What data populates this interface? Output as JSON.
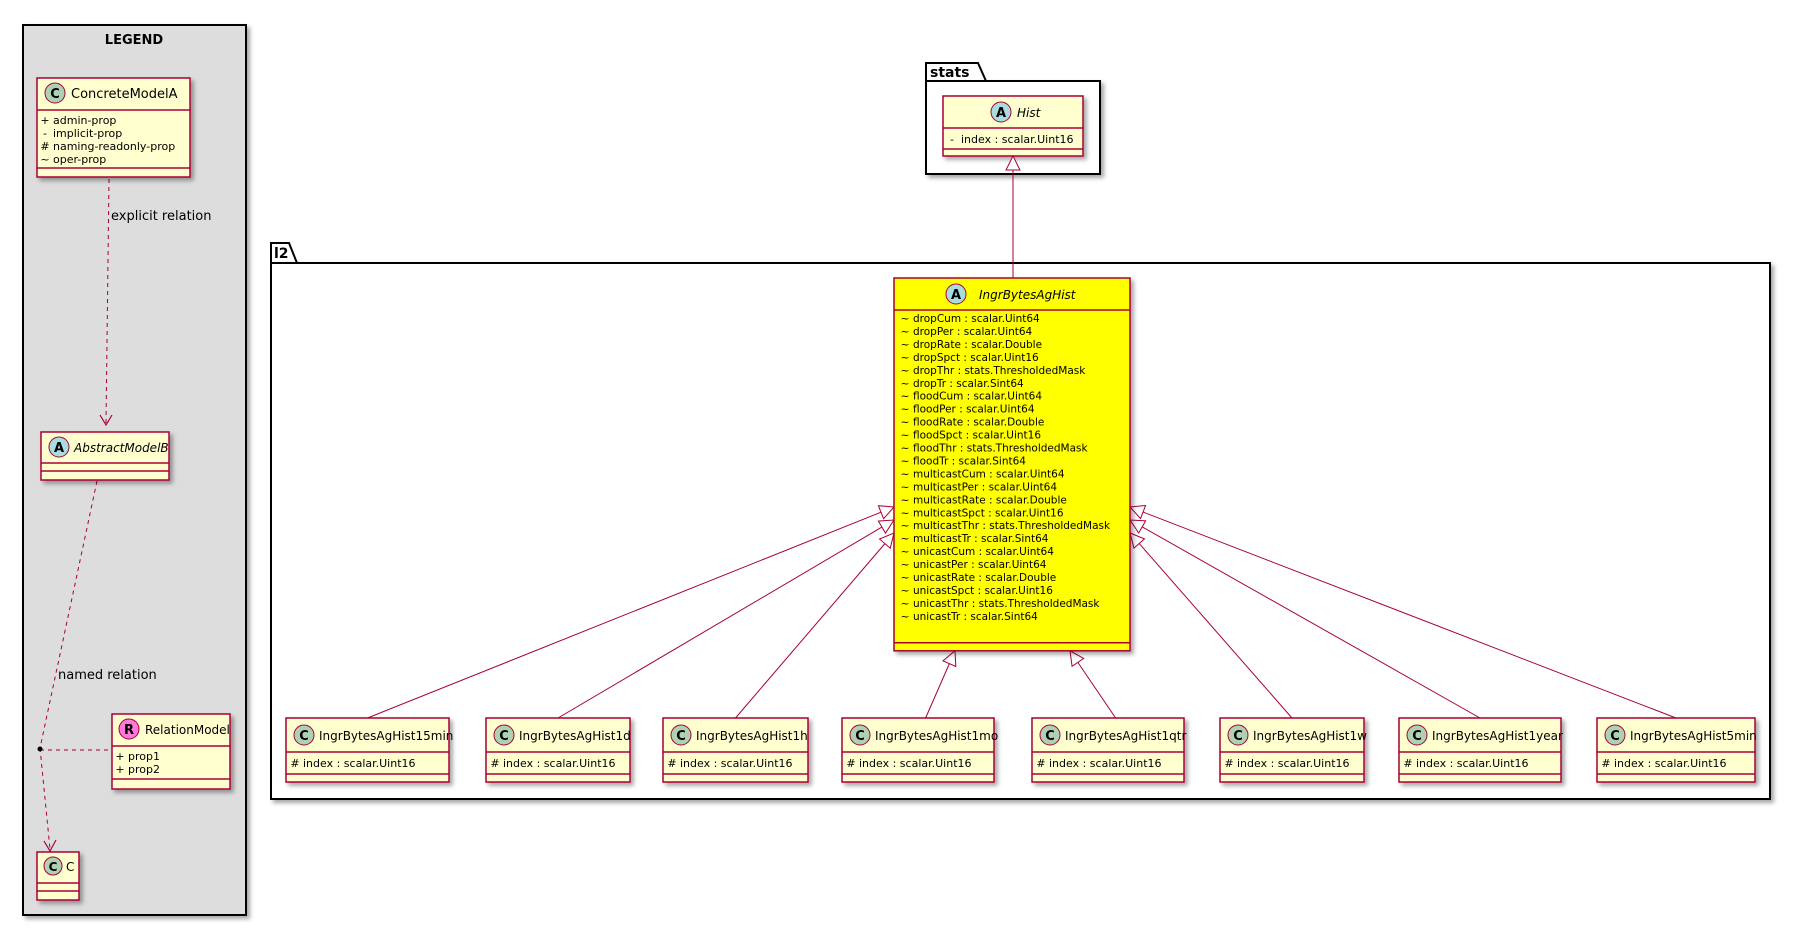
{
  "legend": {
    "title": "LEGEND",
    "concrete_model": {
      "stereo": "C",
      "name": "ConcreteModelA",
      "attributes": [
        {
          "vis": "+",
          "name": "admin-prop"
        },
        {
          "vis": "-",
          "name": "implicit-prop"
        },
        {
          "vis": "#",
          "name": "naming-readonly-prop"
        },
        {
          "vis": "~",
          "name": "oper-prop"
        }
      ]
    },
    "explicit_relation_label": "explicit relation",
    "abstract_model": {
      "stereo": "A",
      "name": "AbstractModelB"
    },
    "named_relation_label": "named relation",
    "relation_model": {
      "stereo": "R",
      "name": "RelationModel",
      "attributes": [
        {
          "vis": "+",
          "name": "prop1"
        },
        {
          "vis": "+",
          "name": "prop2"
        }
      ]
    },
    "target_model": {
      "stereo": "C",
      "name": "C"
    }
  },
  "packages": {
    "stats": {
      "name": "stats",
      "hist": {
        "stereo": "A",
        "name": "Hist",
        "attributes": [
          {
            "vis": "-",
            "name": "index : scalar.Uint16"
          }
        ]
      }
    },
    "l2": {
      "name": "l2",
      "main": {
        "stereo": "A",
        "name": "IngrBytesAgHist",
        "fill": "#ffff00",
        "attributes": [
          {
            "vis": "~",
            "name": "dropCum : scalar.Uint64"
          },
          {
            "vis": "~",
            "name": "dropPer : scalar.Uint64"
          },
          {
            "vis": "~",
            "name": "dropRate : scalar.Double"
          },
          {
            "vis": "~",
            "name": "dropSpct : scalar.Uint16"
          },
          {
            "vis": "~",
            "name": "dropThr : stats.ThresholdedMask"
          },
          {
            "vis": "~",
            "name": "dropTr : scalar.Sint64"
          },
          {
            "vis": "~",
            "name": "floodCum : scalar.Uint64"
          },
          {
            "vis": "~",
            "name": "floodPer : scalar.Uint64"
          },
          {
            "vis": "~",
            "name": "floodRate : scalar.Double"
          },
          {
            "vis": "~",
            "name": "floodSpct : scalar.Uint16"
          },
          {
            "vis": "~",
            "name": "floodThr : stats.ThresholdedMask"
          },
          {
            "vis": "~",
            "name": "floodTr : scalar.Sint64"
          },
          {
            "vis": "~",
            "name": "multicastCum : scalar.Uint64"
          },
          {
            "vis": "~",
            "name": "multicastPer : scalar.Uint64"
          },
          {
            "vis": "~",
            "name": "multicastRate : scalar.Double"
          },
          {
            "vis": "~",
            "name": "multicastSpct : scalar.Uint16"
          },
          {
            "vis": "~",
            "name": "multicastThr : stats.ThresholdedMask"
          },
          {
            "vis": "~",
            "name": "multicastTr : scalar.Sint64"
          },
          {
            "vis": "~",
            "name": "unicastCum : scalar.Uint64"
          },
          {
            "vis": "~",
            "name": "unicastPer : scalar.Uint64"
          },
          {
            "vis": "~",
            "name": "unicastRate : scalar.Double"
          },
          {
            "vis": "~",
            "name": "unicastSpct : scalar.Uint16"
          },
          {
            "vis": "~",
            "name": "unicastThr : stats.ThresholdedMask"
          },
          {
            "vis": "~",
            "name": "unicastTr : scalar.Sint64"
          }
        ]
      },
      "children": [
        {
          "stereo": "C",
          "name": "IngrBytesAgHist15min",
          "attr": "index : scalar.Uint16",
          "vis": "#"
        },
        {
          "stereo": "C",
          "name": "IngrBytesAgHist1d",
          "attr": "index : scalar.Uint16",
          "vis": "#"
        },
        {
          "stereo": "C",
          "name": "IngrBytesAgHist1h",
          "attr": "index : scalar.Uint16",
          "vis": "#"
        },
        {
          "stereo": "C",
          "name": "IngrBytesAgHist1mo",
          "attr": "index : scalar.Uint16",
          "vis": "#"
        },
        {
          "stereo": "C",
          "name": "IngrBytesAgHist1qtr",
          "attr": "index : scalar.Uint16",
          "vis": "#"
        },
        {
          "stereo": "C",
          "name": "IngrBytesAgHist1w",
          "attr": "index : scalar.Uint16",
          "vis": "#"
        },
        {
          "stereo": "C",
          "name": "IngrBytesAgHist1year",
          "attr": "index : scalar.Uint16",
          "vis": "#"
        },
        {
          "stereo": "C",
          "name": "IngrBytesAgHist5min",
          "attr": "index : scalar.Uint16",
          "vis": "#"
        }
      ]
    }
  },
  "colors": {
    "border": "#a80036",
    "class_fill": "#fefece",
    "legend_bg": "#dddddd",
    "stereo_c": "#add1b2",
    "stereo_a": "#a9dcdf",
    "stereo_r": "#ff7ad8"
  }
}
